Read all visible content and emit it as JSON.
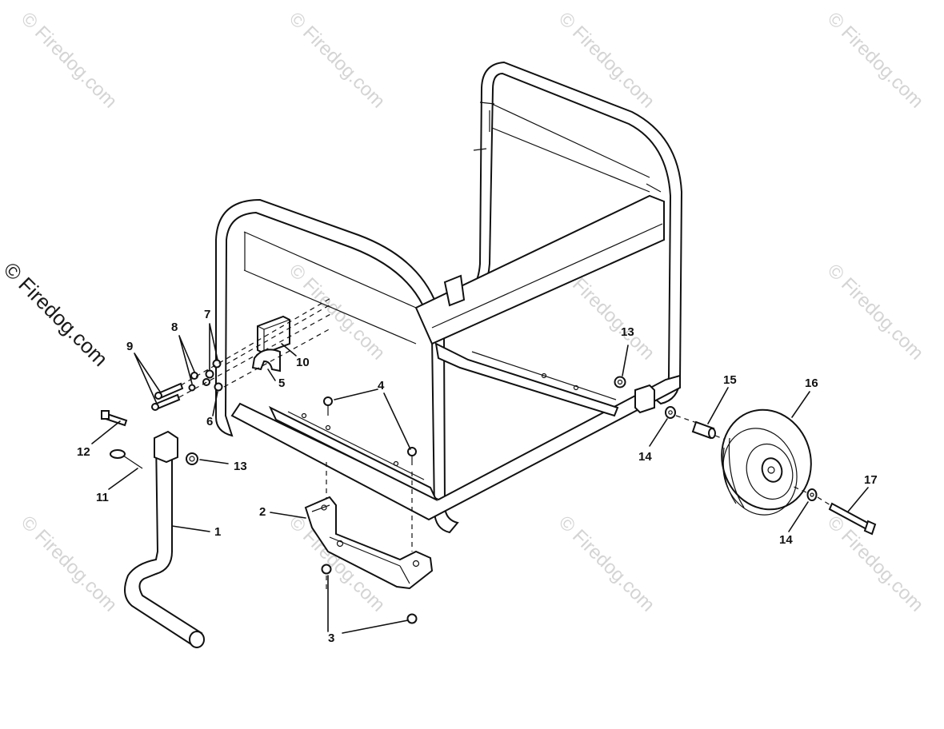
{
  "watermark": {
    "main": "© Firedog.com",
    "faint": "© Firedog.com"
  },
  "callouts": [
    {
      "id": "c1",
      "label": "1"
    },
    {
      "id": "c2",
      "label": "2"
    },
    {
      "id": "c3",
      "label": "3"
    },
    {
      "id": "c4",
      "label": "4"
    },
    {
      "id": "c5",
      "label": "5"
    },
    {
      "id": "c6",
      "label": "6"
    },
    {
      "id": "c7",
      "label": "7"
    },
    {
      "id": "c8",
      "label": "8"
    },
    {
      "id": "c9",
      "label": "9"
    },
    {
      "id": "c10",
      "label": "10"
    },
    {
      "id": "c11",
      "label": "11"
    },
    {
      "id": "c12",
      "label": "12"
    },
    {
      "id": "c13a",
      "label": "13"
    },
    {
      "id": "c13b",
      "label": "13"
    },
    {
      "id": "c14a",
      "label": "14"
    },
    {
      "id": "c14b",
      "label": "14"
    },
    {
      "id": "c15",
      "label": "15"
    },
    {
      "id": "c16",
      "label": "16"
    },
    {
      "id": "c17",
      "label": "17"
    }
  ]
}
